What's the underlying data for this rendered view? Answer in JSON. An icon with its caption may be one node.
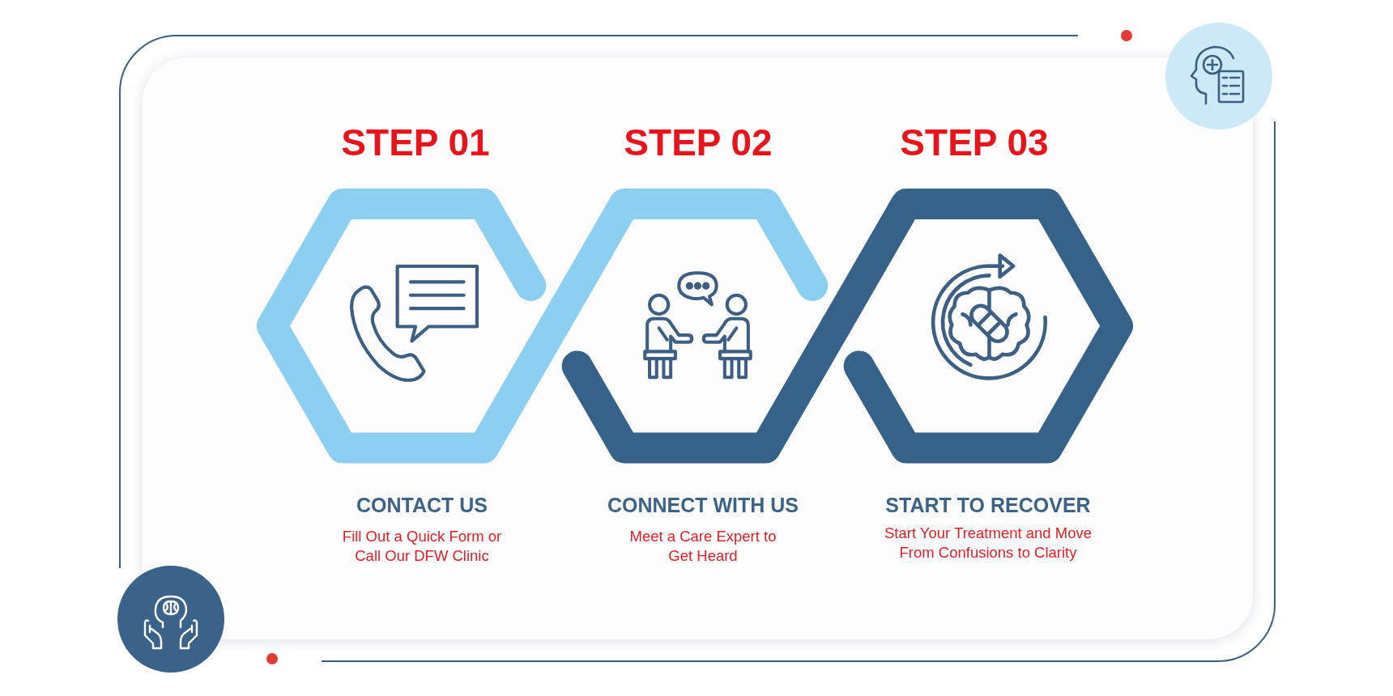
{
  "diagram": {
    "nodes": [
      {
        "text": [
          "STEP 01",
          "CONTACT US",
          "Fill Out a Quick Form or Call Our DFW Clinic"
        ]
      },
      {
        "text": [
          "STEP 02",
          "CONNECT WITH US",
          "Meet a Care Expert to Get Heard"
        ]
      },
      {
        "text": [
          "STEP 03",
          "START TO RECOVER",
          "Start Your Treatment and Move From Confusions to Clarity"
        ]
      }
    ]
  }
}
